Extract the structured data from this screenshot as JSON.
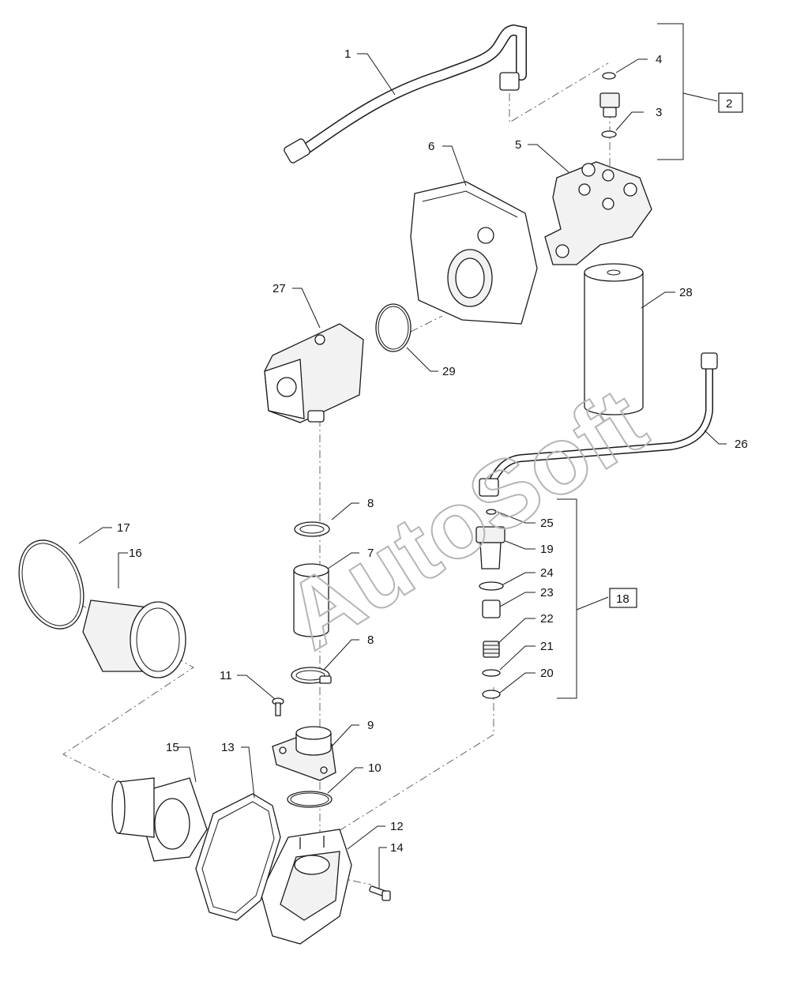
{
  "watermark": "AutoSoft",
  "callouts": [
    "1",
    "2",
    "3",
    "4",
    "5",
    "6",
    "27",
    "28",
    "29",
    "26",
    "8",
    "7",
    "8",
    "17",
    "16",
    "11",
    "9",
    "15",
    "13",
    "10",
    "12",
    "14",
    "25",
    "19",
    "24",
    "23",
    "22",
    "21",
    "20",
    "18"
  ],
  "boxed_labels": [
    "2",
    "18"
  ]
}
